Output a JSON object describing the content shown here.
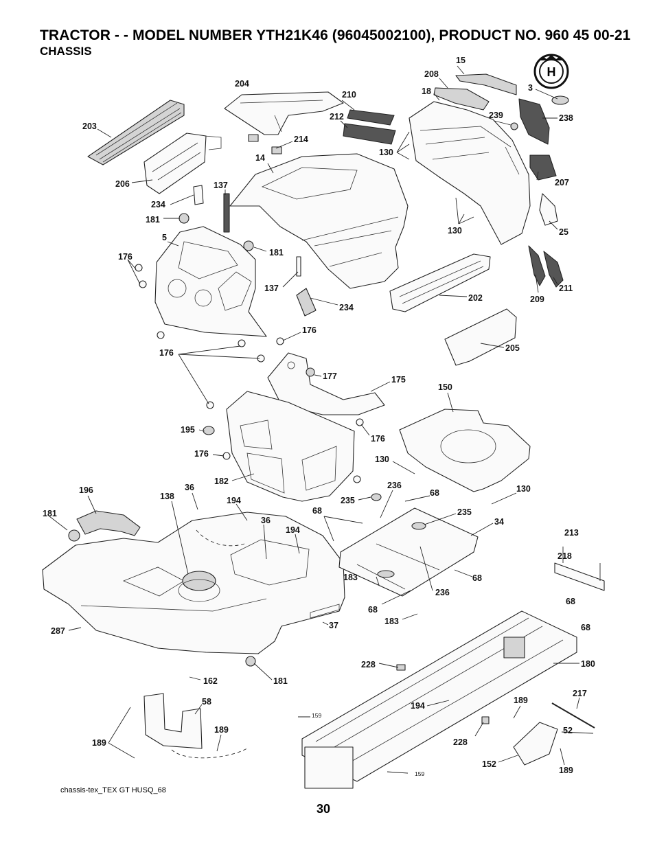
{
  "header": {
    "title": "TRACTOR - - MODEL NUMBER YTH21K46 (96045002100), PRODUCT NO. 960 45 00-21",
    "subtitle": "CHASSIS"
  },
  "labels": {
    "p15": "15",
    "p3": "3",
    "p208": "208",
    "p18": "18",
    "p204": "204",
    "p210": "210",
    "p212": "212",
    "p239": "239",
    "p238": "238",
    "p203": "203",
    "p214": "214",
    "p130a": "130",
    "p14": "14",
    "p206": "206",
    "p207": "207",
    "p137a": "137",
    "p234a": "234",
    "p181a": "181",
    "p130b": "130",
    "p25": "25",
    "p5": "5",
    "p181b": "181",
    "p176a": "176",
    "p137b": "137",
    "p202": "202",
    "p209": "209",
    "p211": "211",
    "p234b": "234",
    "p176b": "176",
    "p176c": "176",
    "p205": "205",
    "p177": "177",
    "p175": "175",
    "p150": "150",
    "p195": "195",
    "p176d": "176",
    "p176e": "176",
    "p130c": "130",
    "p182": "182",
    "p196": "196",
    "p36a": "36",
    "p138": "138",
    "p236a": "236",
    "p68a": "68",
    "p130d": "130",
    "p235a": "235",
    "p181c": "181",
    "p194a": "194",
    "p68b": "68",
    "p36b": "36",
    "p235b": "235",
    "p34": "34",
    "p194b": "194",
    "p213": "213",
    "p218": "218",
    "p183a": "183",
    "p68c": "68",
    "p236b": "236",
    "p68d": "68",
    "p68e": "68",
    "p183b": "183",
    "p287": "287",
    "p37": "37",
    "p68f": "68",
    "p228a": "228",
    "p180": "180",
    "p162": "162",
    "p181d": "181",
    "p58": "58",
    "p217": "217",
    "p189a": "189",
    "p194c": "194",
    "p159a": "159",
    "p189b": "189",
    "p52": "52",
    "p189c": "189",
    "p228b": "228",
    "p152": "152",
    "p189d": "189",
    "p159b": "159"
  },
  "footer": {
    "reference": "chassis-tex_TEX GT HUSQ_68",
    "page_number": "30"
  },
  "logo": {
    "letter": "H"
  }
}
